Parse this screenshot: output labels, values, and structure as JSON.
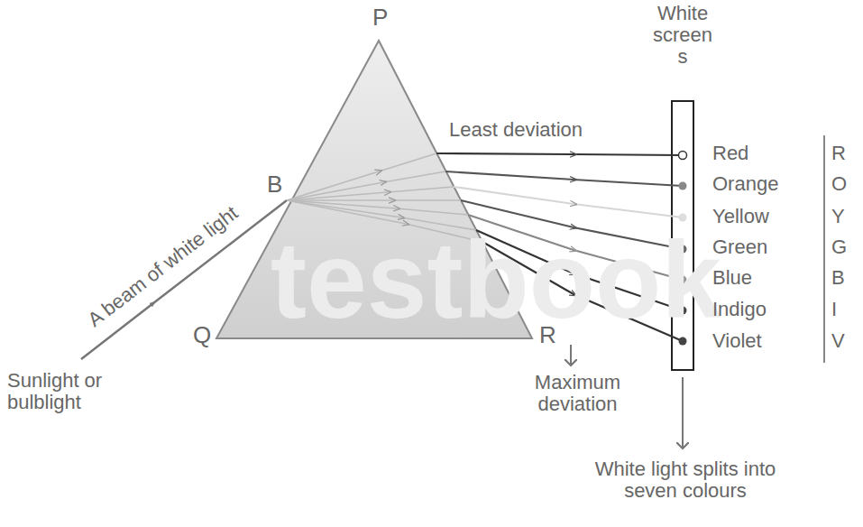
{
  "diagram": {
    "labels": [
      "P",
      "B",
      "Q",
      "R",
      "A beam of white light",
      "Sunlight or bulblight",
      "Least deviation",
      "White screen s",
      "Red",
      "Orange",
      "Yellow",
      "Green",
      "Blue",
      "Indigo",
      "Violet",
      "R",
      "O",
      "Y",
      "G",
      "B",
      "I",
      "V",
      "Maximum deviation",
      "White light splits into seven colours",
      "testbook"
    ]
  }
}
